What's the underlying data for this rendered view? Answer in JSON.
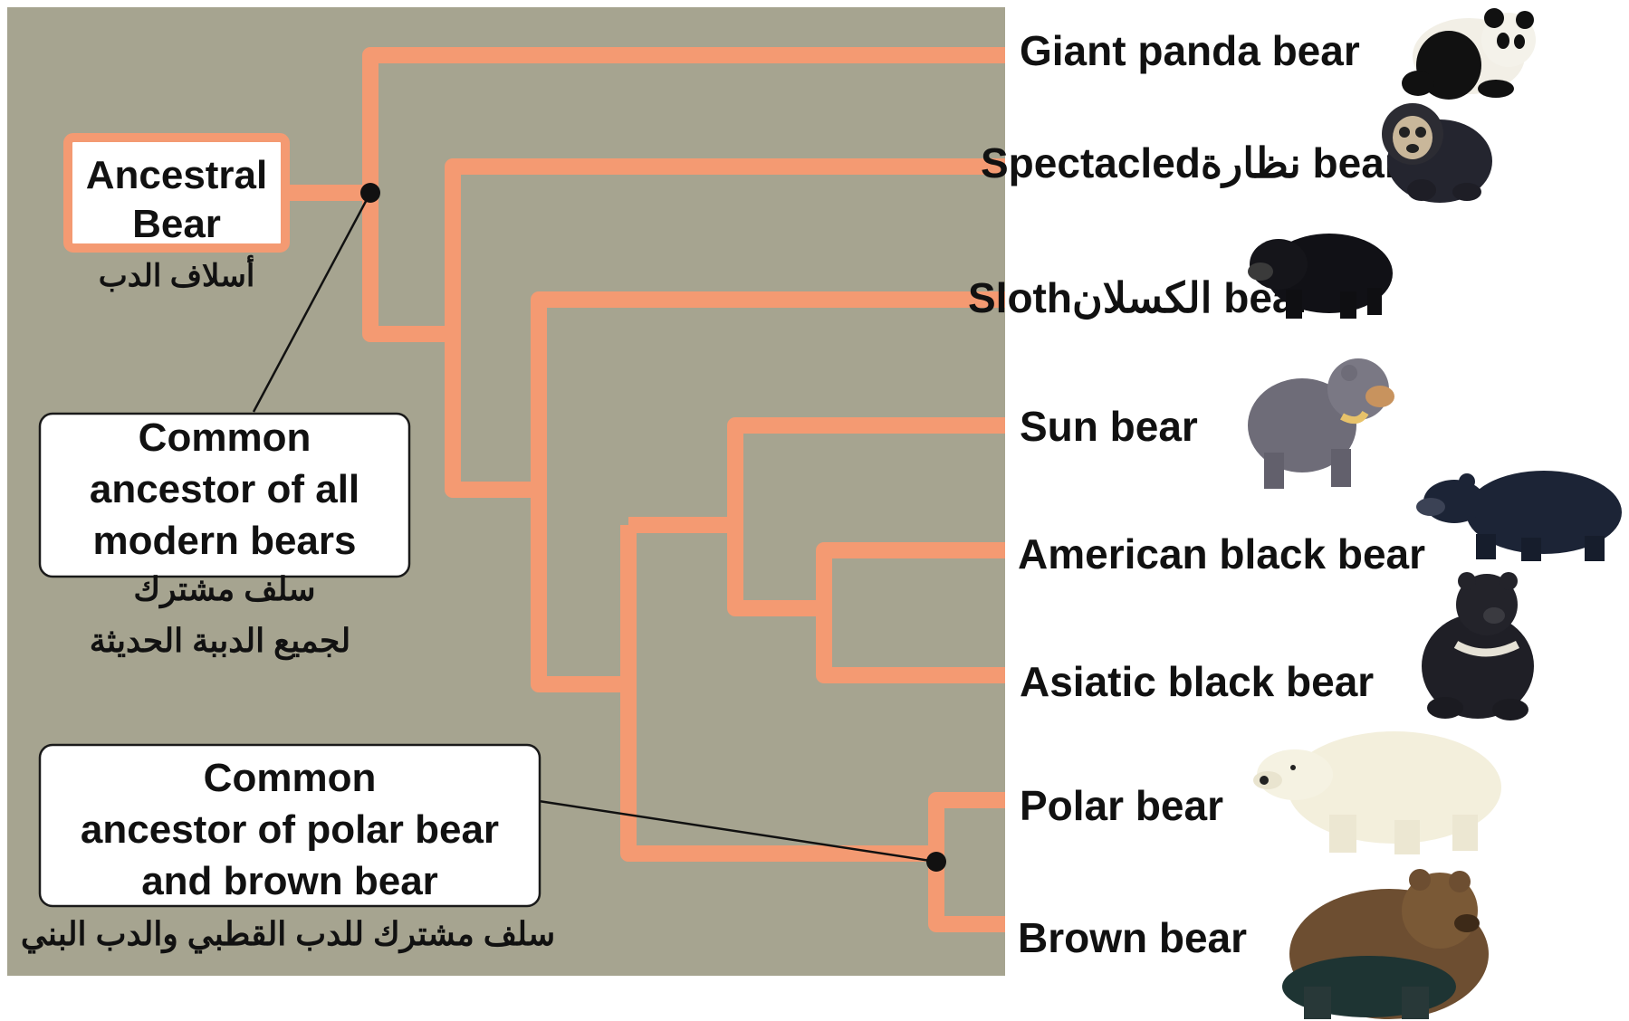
{
  "colors": {
    "panel": "#a6a490",
    "branch": "#f49a72",
    "box_fill": "#ffffff",
    "box_stroke": "#1a1a1a",
    "text": "#111111",
    "node": "#111111"
  },
  "ancestral": {
    "line1": "Ancestral",
    "line2": "Bear",
    "arabic": "أسلاف الدب"
  },
  "common_all": {
    "line1": "Common",
    "line2": "ancestor of all",
    "line3": "modern bears",
    "arabic1": "سلف مشترك",
    "arabic2": "لجميع الدببة الحديثة"
  },
  "common_polar_brown": {
    "line1": "Common",
    "line2": "ancestor of polar bear",
    "line3": "and brown bear",
    "arabic": "سلف مشترك للدب القطبي والدب البني"
  },
  "species": [
    {
      "label": "Giant panda bear",
      "icon": "panda-icon"
    },
    {
      "label": "Spectacledنظارة bear",
      "icon": "spectacled-bear-icon"
    },
    {
      "label": "Slothالكسلان bear",
      "icon": "sloth-bear-icon"
    },
    {
      "label": "Sun bear",
      "icon": "sun-bear-icon"
    },
    {
      "label": "American black bear",
      "icon": "american-black-bear-icon"
    },
    {
      "label": "Asiatic black bear",
      "icon": "asiatic-black-bear-icon"
    },
    {
      "label": "Polar bear",
      "icon": "polar-bear-icon"
    },
    {
      "label": "Brown bear",
      "icon": "brown-bear-icon"
    }
  ]
}
